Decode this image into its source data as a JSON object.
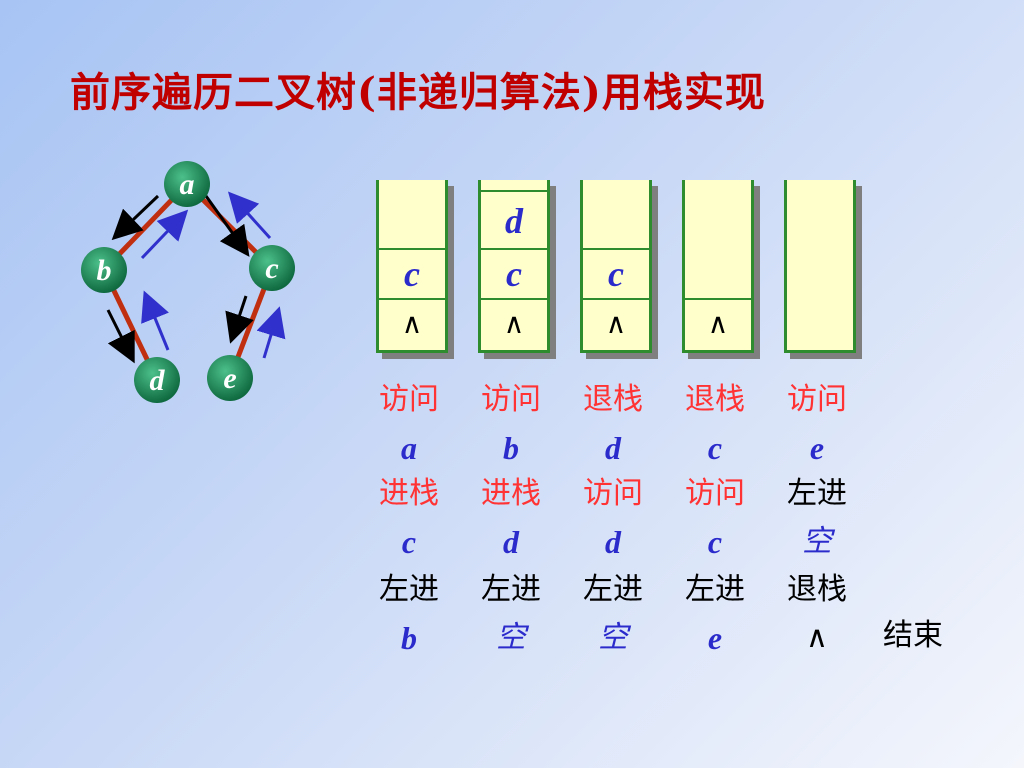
{
  "title": "前序遍历二叉树(非递归算法)用栈实现",
  "tree": {
    "nodes": [
      {
        "id": "a",
        "label": "a"
      },
      {
        "id": "b",
        "label": "b"
      },
      {
        "id": "c",
        "label": "c"
      },
      {
        "id": "d",
        "label": "d"
      },
      {
        "id": "e",
        "label": "e"
      }
    ],
    "edges": [
      [
        "a",
        "b"
      ],
      [
        "a",
        "c"
      ],
      [
        "b",
        "d"
      ],
      [
        "c",
        "e"
      ]
    ],
    "colors": {
      "node": "#1f8a5c",
      "edge": "#c03010",
      "arrow_down": "#000000",
      "arrow_up": "#3030cc"
    }
  },
  "stacks": [
    {
      "items": [
        "c",
        "∧"
      ]
    },
    {
      "items": [
        "d",
        "c",
        "∧"
      ]
    },
    {
      "items": [
        "c",
        "∧"
      ]
    },
    {
      "items": [
        "∧"
      ]
    },
    {
      "items": []
    }
  ],
  "steps": {
    "col1": [
      "访问",
      "a",
      "进栈",
      "c",
      "左进",
      "b"
    ],
    "col2": [
      "访问",
      "b",
      "进栈",
      "d",
      "左进",
      "空"
    ],
    "col3": [
      "退栈",
      "d",
      "访问",
      "d",
      "左进",
      "空"
    ],
    "col4": [
      "退栈",
      "c",
      "访问",
      "c",
      "左进",
      "e"
    ],
    "col5": [
      "访问",
      "e",
      "左进",
      "空",
      "退栈",
      "∧"
    ]
  },
  "end_label": "结束"
}
